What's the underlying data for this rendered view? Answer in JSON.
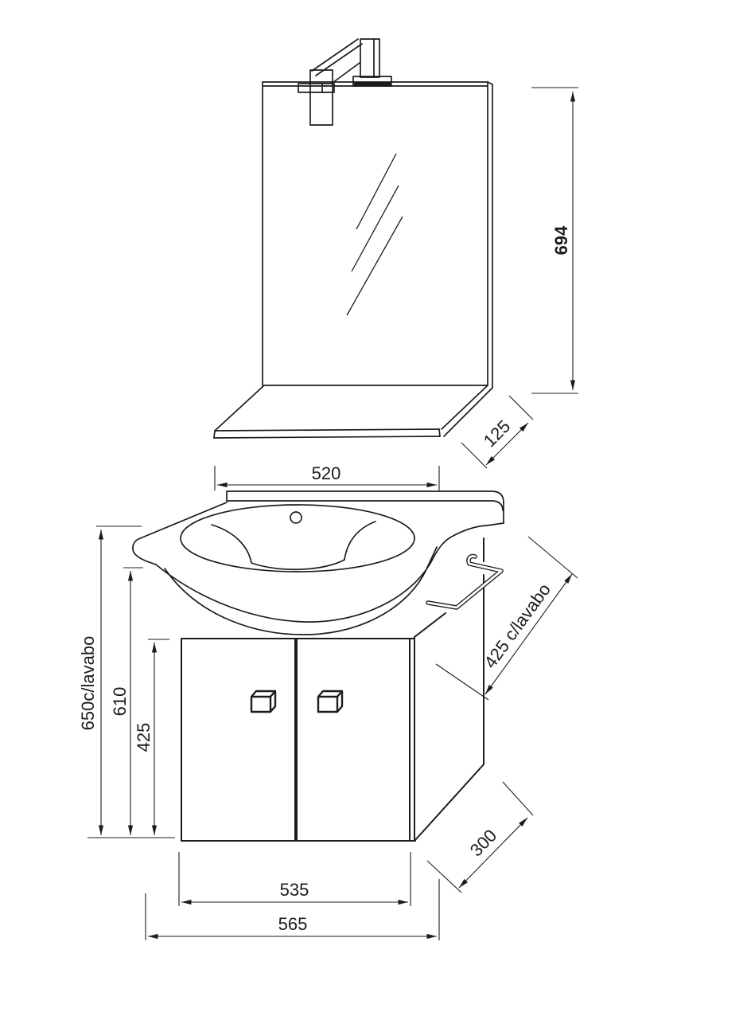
{
  "drawing": {
    "kind": "technical line drawing",
    "background": "#ffffff",
    "line_color": "#1c1c1c"
  },
  "dim_labels": {
    "mirror_height": "694",
    "shelf_depth": "125",
    "basin_width": "520",
    "total_height": "650c/lavabo",
    "height_610": "610",
    "door_height": "425",
    "depth_with_basin": "425 c/lavabo",
    "cabinet_depth": "300",
    "cabinet_width": "535",
    "overall_width": "565"
  }
}
